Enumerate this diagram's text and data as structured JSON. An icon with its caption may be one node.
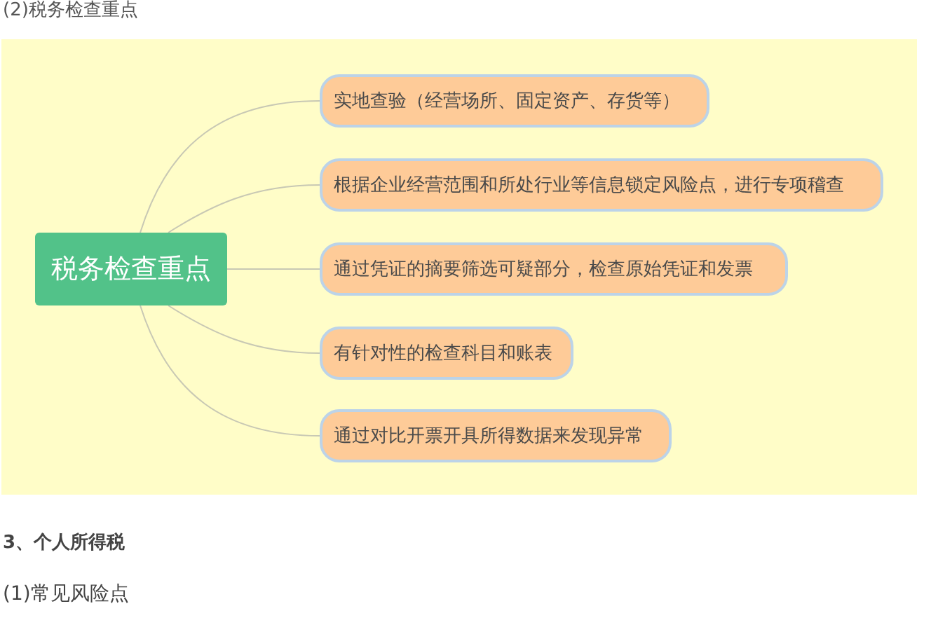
{
  "diagram": {
    "title": "(2)税务检查重点",
    "nodes": [
      {
        "text": [
          "税务检查重点"
        ]
      },
      {
        "text": [
          "实地查验（经营场所、固定资产、存货等）"
        ]
      },
      {
        "text": [
          "根据企业经营范围和所处行业等信息锁定风险点，进行专项稽查"
        ]
      },
      {
        "text": [
          "通过凭证的摘要筛选可疑部分，检查原始凭证和发票"
        ]
      },
      {
        "text": [
          "有针对性的检查科目和账表"
        ]
      },
      {
        "text": [
          "通过对比开票开具所得数据来发现异常"
        ]
      }
    ],
    "edges": [
      {
        "from": 0,
        "to": 1,
        "arrow": "none"
      },
      {
        "from": 0,
        "to": 2,
        "arrow": "none"
      },
      {
        "from": 0,
        "to": 3,
        "arrow": "none"
      },
      {
        "from": 0,
        "to": 4,
        "arrow": "none"
      },
      {
        "from": 0,
        "to": 5,
        "arrow": "none"
      }
    ],
    "labels": [
      "3、个人所得税",
      "(1)常见风险点"
    ]
  }
}
